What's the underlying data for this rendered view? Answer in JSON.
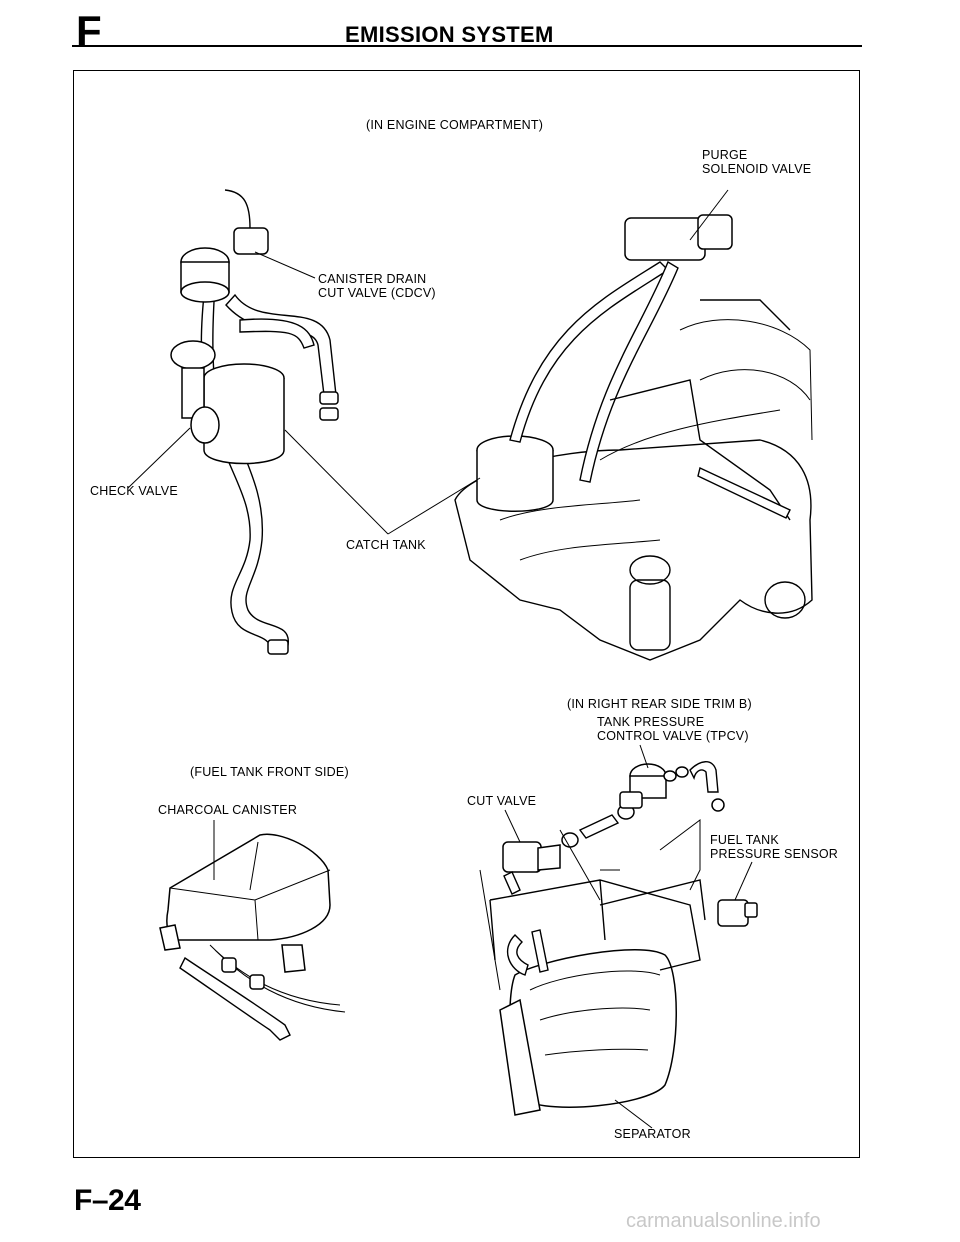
{
  "header": {
    "section_letter": "F",
    "title": "EMISSION SYSTEM"
  },
  "diagram_top": {
    "caption": "(IN ENGINE COMPARTMENT)",
    "labels": {
      "purge_solenoid_valve": "PURGE\nSOLENOID VALVE",
      "canister_drain_cut_valve": "CANISTER DRAIN\nCUT VALVE (CDCV)",
      "check_valve": "CHECK VALVE",
      "catch_tank": "CATCH TANK"
    }
  },
  "diagram_bottom_left": {
    "caption": "(FUEL TANK FRONT SIDE)",
    "labels": {
      "charcoal_canister": "CHARCOAL CANISTER"
    }
  },
  "diagram_bottom_right": {
    "caption": "(IN RIGHT REAR SIDE TRIM B)",
    "labels": {
      "tank_pressure_control_valve": "TANK PRESSURE\nCONTROL VALVE (TPCV)",
      "cut_valve": "CUT VALVE",
      "fuel_tank_pressure_sensor": "FUEL TANK\nPRESSURE SENSOR",
      "separator": "SEPARATOR"
    }
  },
  "footer": {
    "page_number": "F–24",
    "watermark": "carmanualsonline.info"
  },
  "colors": {
    "ink": "#000000",
    "paper": "#ffffff",
    "watermark": "#c8c8c8"
  }
}
